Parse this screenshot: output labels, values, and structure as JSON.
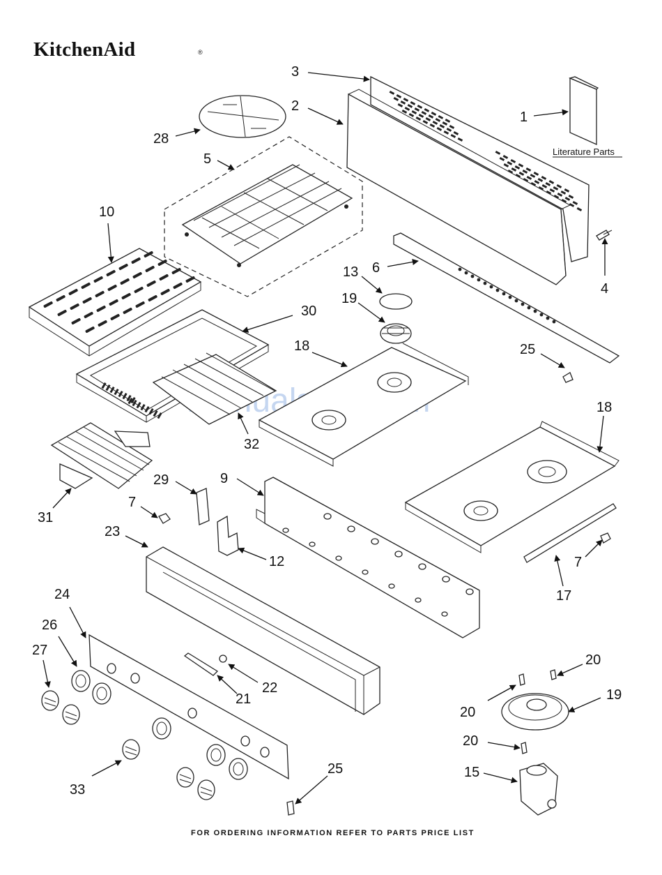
{
  "brand": {
    "name": "KitchenAid",
    "mark": "®"
  },
  "watermark": "ManualsLib.com",
  "footer": "FOR ORDERING INFORMATION REFER TO PARTS PRICE LIST",
  "literature_label": "Literature Parts",
  "callouts": {
    "c1": "1",
    "c2": "2",
    "c3": "3",
    "c4": "4",
    "c5": "5",
    "c6": "6",
    "c7a": "7",
    "c7b": "7",
    "c9": "9",
    "c10": "10",
    "c12": "12",
    "c13": "13",
    "c15": "15",
    "c17": "17",
    "c18a": "18",
    "c18b": "18",
    "c19a": "19",
    "c19b": "19",
    "c20a": "20",
    "c20b": "20",
    "c20c": "20",
    "c21": "21",
    "c22": "22",
    "c23": "23",
    "c24": "24",
    "c25a": "25",
    "c25b": "25",
    "c26": "26",
    "c27": "27",
    "c28": "28",
    "c29": "29",
    "c30": "30",
    "c31": "31",
    "c32": "32",
    "c33": "33"
  }
}
